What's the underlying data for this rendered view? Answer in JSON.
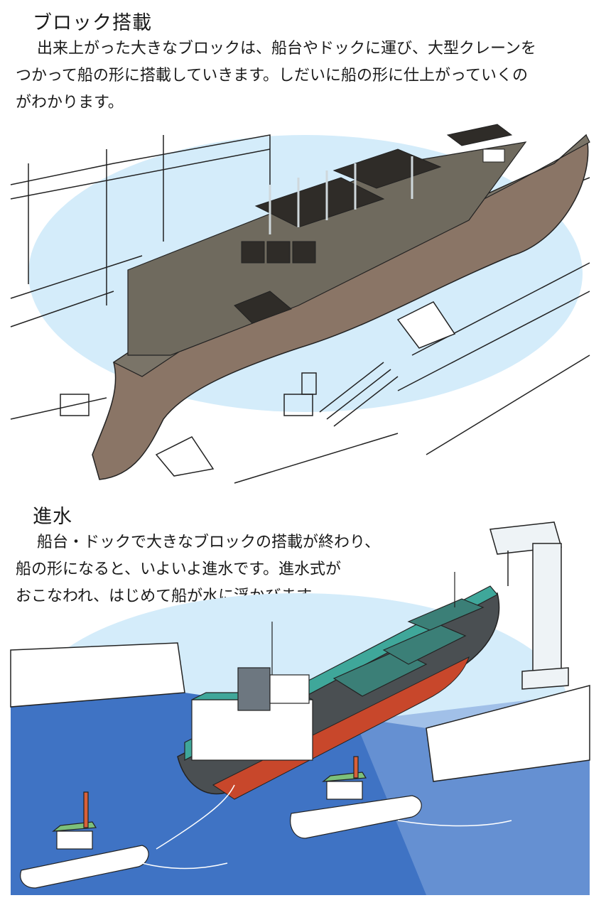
{
  "section1": {
    "title": "ブロック搭載",
    "lines": [
      "出来上がった大きなブロックは、船台やドックに運び、大型クレーンを",
      "つかって船の形に搭載していきます。しだいに船の形に仕上がっていくの",
      "がわかります。"
    ]
  },
  "section2": {
    "title": "進水",
    "lines": [
      "船台・ドックで大きなブロックの搭載が終わり、",
      "船の形になると、いよいよ進水です。進水式が",
      "おこなわれ、はじめて船が水に浮かびます。"
    ]
  },
  "colors": {
    "hull_brown": "#8a7566",
    "deck_grey": "#6f6a5e",
    "sky_blue": "#cfe8f7",
    "water_blue": "#3f73c4",
    "hull_dark": "#4a4f52",
    "superstructure_teal": "#3fa79a",
    "hull_red": "#c8472b"
  }
}
